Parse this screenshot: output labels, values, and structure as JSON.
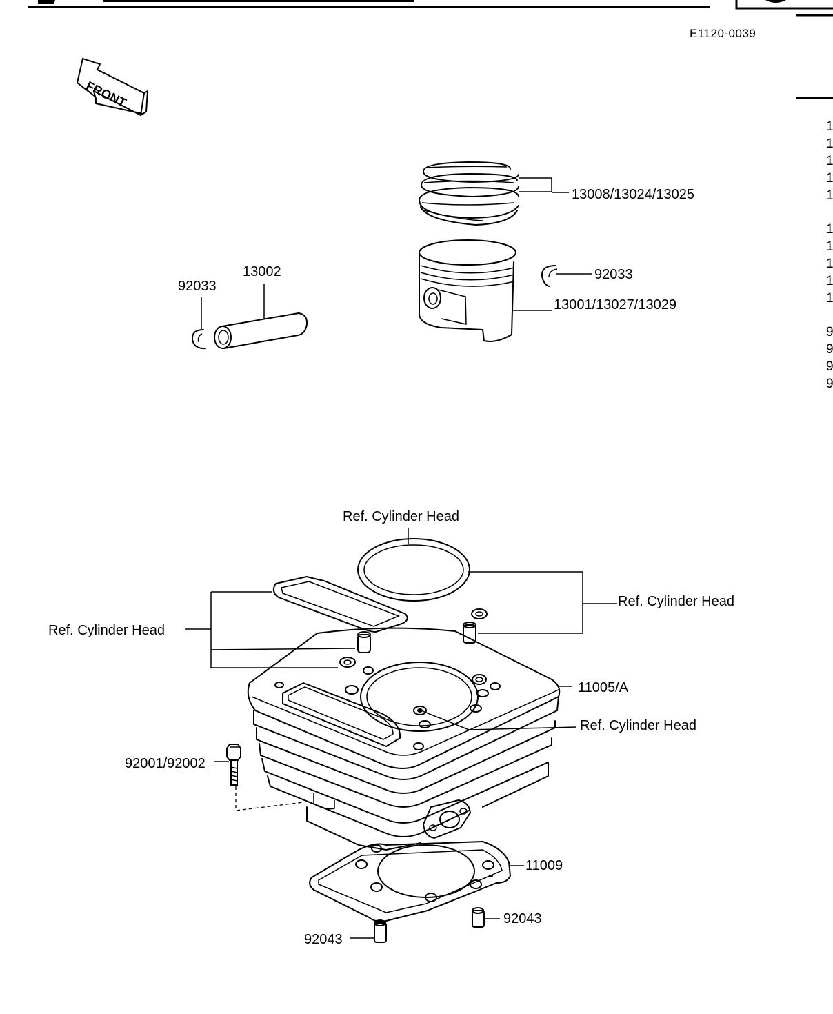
{
  "diagram_code": "E1120-0039",
  "front_badge": "FRONT",
  "labels": {
    "piston_rings": "13008/13024/13025",
    "circlip_right": "92033",
    "piston": "13001/13027/13029",
    "circlip_left": "92033",
    "piston_pin": "13002",
    "ref_head_top": "Ref. Cylinder Head",
    "ref_head_right": "Ref. Cylinder Head",
    "ref_head_left": "Ref. Cylinder Head",
    "cylinder": "11005/A",
    "ref_head_center": "Ref. Cylinder Head",
    "bolt": "92001/92002",
    "base_gasket": "11009",
    "dowel_right": "92043",
    "dowel_left": "92043"
  },
  "side_index": [
    "1",
    "1",
    "1",
    "1",
    "1",
    "1",
    "1",
    "1",
    "1",
    "1",
    "9",
    "9",
    "9",
    "9"
  ]
}
